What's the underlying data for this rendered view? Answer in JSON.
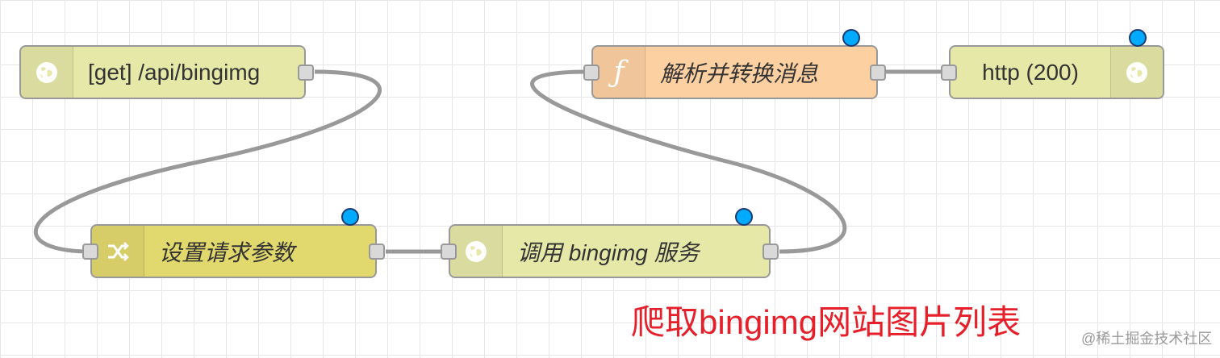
{
  "colors": {
    "http_in": "#e6e8a8",
    "change": "#e2d96e",
    "function": "#fdd0a2",
    "http_request": "#e6e8a8",
    "http_response": "#e6e8a8",
    "wire": "#999999",
    "status_dot": "#00aaff",
    "caption": "#e5202a",
    "grid": "#e6e6e6"
  },
  "nodes": {
    "http_in": {
      "label": "[get] /api/bingimg",
      "icon": "globe-icon"
    },
    "change": {
      "label": "设置请求参数",
      "icon": "shuffle-icon"
    },
    "http_request": {
      "label": "调用 bingimg 服务",
      "icon": "globe-icon"
    },
    "function": {
      "label": "解析并转换消息",
      "icon": "function-icon"
    },
    "http_response": {
      "label": "http (200)",
      "icon": "globe-icon"
    }
  },
  "caption": "爬取bingimg网站图片列表",
  "watermark": "@稀土掘金技术社区"
}
